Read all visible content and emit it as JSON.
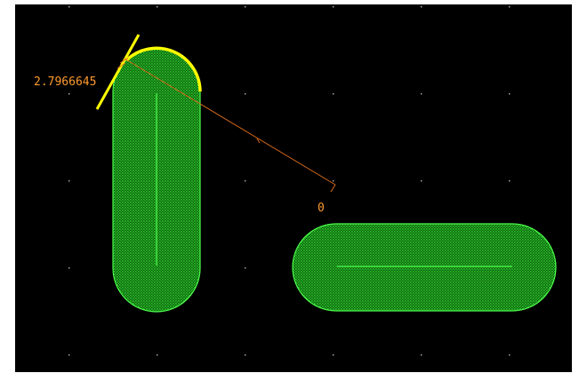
{
  "viewport": {
    "background": "#000000",
    "grid_color": "#b8b8b8"
  },
  "shapes": [
    {
      "name": "vertical-slot-pad",
      "fill": "#1f9a1f",
      "outline": "#4dff4d",
      "centerline": "#4dff4d"
    },
    {
      "name": "horizontal-slot-pad",
      "fill": "#1f9a1f",
      "outline": "#4dff4d",
      "centerline": "#4dff4d"
    }
  ],
  "highlight": {
    "color": "#ffff00"
  },
  "dimension": {
    "line_color": "#d96a1a",
    "text_color": "#ff9a2e",
    "value_label": "2.7966645",
    "end_label": "0"
  }
}
